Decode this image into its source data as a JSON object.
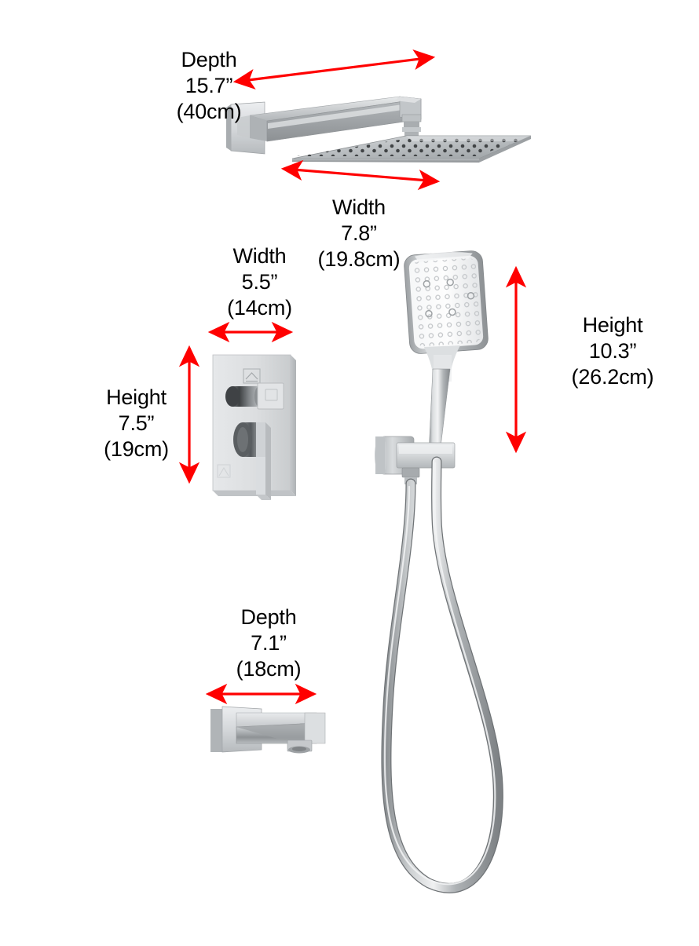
{
  "diagram": {
    "type": "product-dimension-diagram",
    "product": "wall-mounted shower system",
    "background_color": "#ffffff",
    "arrow_color": "#FF0000",
    "text_color": "#000000",
    "metal_finish_color": "#b4b7b9"
  },
  "labels": {
    "shower_arm": {
      "name": "Depth",
      "inches": "15.7”",
      "cm": "(40cm)"
    },
    "rain_head": {
      "name": "Width",
      "inches": "7.8”",
      "cm": "(19.8cm)"
    },
    "valve_width": {
      "name": "Width",
      "inches": "5.5”",
      "cm": "(14cm)"
    },
    "valve_height": {
      "name": "Height",
      "inches": "7.5”",
      "cm": "(19cm)"
    },
    "handheld_height": {
      "name": "Height",
      "inches": "10.3”",
      "cm": "(26.2cm)"
    },
    "tub_spout": {
      "name": "Depth",
      "inches": "7.1”",
      "cm": "(18cm)"
    }
  },
  "parts": [
    {
      "id": "shower-arm",
      "label": "square wall-mount shower arm"
    },
    {
      "id": "rain-shower-head",
      "label": "square rain shower head"
    },
    {
      "id": "valve-trim",
      "label": "pressure balance valve trim with diverter"
    },
    {
      "id": "handheld-shower",
      "label": "square handheld shower wand"
    },
    {
      "id": "hose",
      "label": "flexible shower hose"
    },
    {
      "id": "wall-bracket",
      "label": "handheld wall bracket"
    },
    {
      "id": "tub-spout",
      "label": "square tub spout"
    }
  ]
}
